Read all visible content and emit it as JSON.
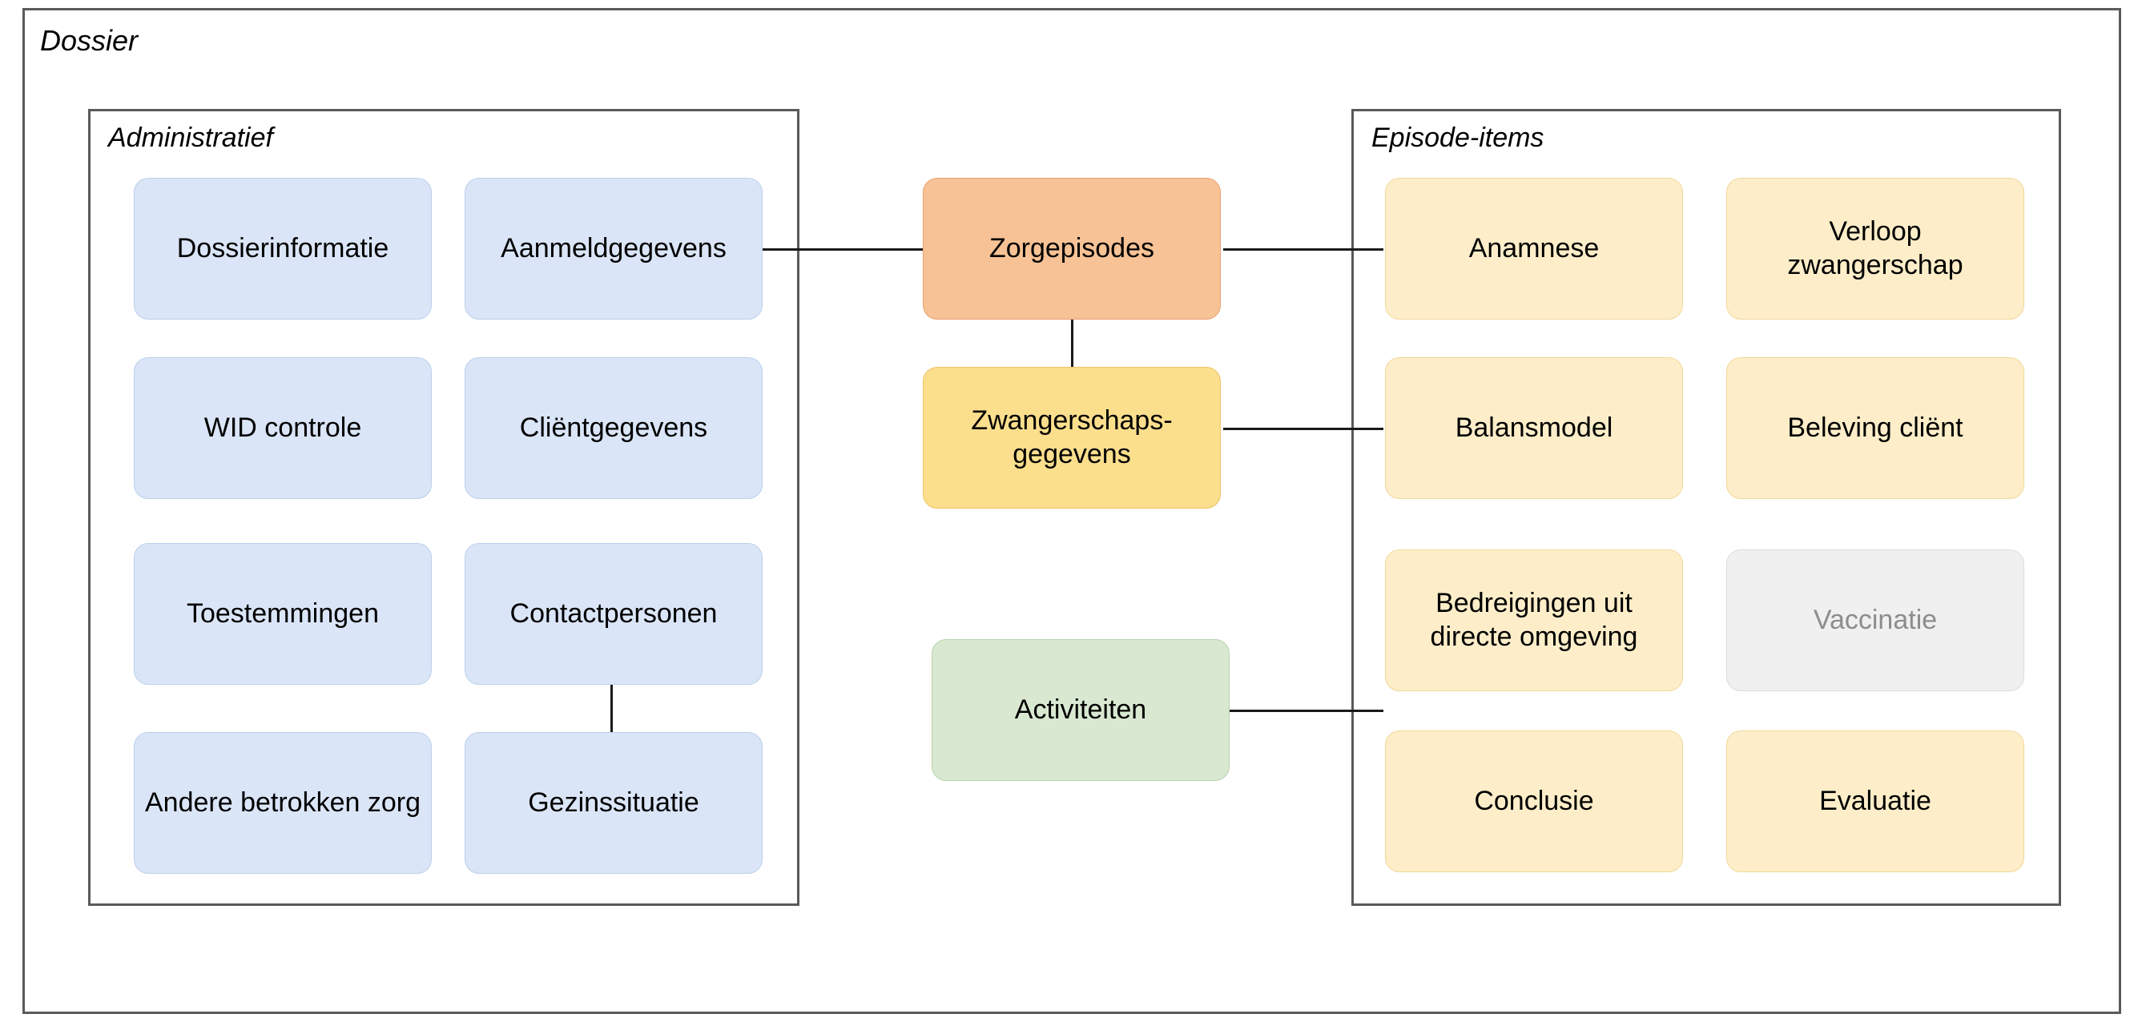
{
  "diagram": {
    "outer_title": "Dossier",
    "panels": [
      {
        "id": "administratief",
        "title": "Administratief"
      },
      {
        "id": "episode-items",
        "title": "Episode-items"
      }
    ],
    "nodes": {
      "admin": [
        {
          "label": "Dossierinformatie",
          "color": "#dae5f7"
        },
        {
          "label": "Aanmeldgegevens",
          "color": "#dae5f7"
        },
        {
          "label": "WID controle",
          "color": "#dae5f7"
        },
        {
          "label": "Cliëntgegevens",
          "color": "#dae5f7"
        },
        {
          "label": "Toestemmingen",
          "color": "#dae5f7"
        },
        {
          "label": "Contactpersonen",
          "color": "#dae5f7"
        },
        {
          "label": "Andere betrokken zorg",
          "color": "#dae5f7"
        },
        {
          "label": "Gezinssituatie",
          "color": "#dae5f7"
        }
      ],
      "middle": [
        {
          "label": "Zorgepisodes",
          "color": "#f7c295"
        },
        {
          "label": "Zwangerschaps-gegevens",
          "line1": "Zwangerschaps-",
          "line2": "gegevens",
          "color": "#fcdf8d"
        },
        {
          "label": "Activiteiten",
          "color": "#d9e8d1"
        }
      ],
      "episode": [
        {
          "label": "Anamnese",
          "color": "#fdeec9"
        },
        {
          "label": "Verloop zwangerschap",
          "line1": "Verloop",
          "line2": "zwangerschap",
          "color": "#fdeec9"
        },
        {
          "label": "Balansmodel",
          "color": "#fdeec9"
        },
        {
          "label": "Beleving cliënt",
          "color": "#fdeec9"
        },
        {
          "label": "Bedreigingen uit directe omgeving",
          "line1": "Bedreigingen uit",
          "line2": "directe omgeving",
          "color": "#fdeec9"
        },
        {
          "label": "Vaccinatie",
          "color": "#f0f0f0",
          "state": "disabled"
        },
        {
          "label": "Conclusie",
          "color": "#fdeec9"
        },
        {
          "label": "Evaluatie",
          "color": "#fdeec9"
        }
      ]
    },
    "connections": [
      {
        "from": "Aanmeldgegevens",
        "to": "Zorgepisodes"
      },
      {
        "from": "Zorgepisodes",
        "to": "Anamnese"
      },
      {
        "from": "Zorgepisodes",
        "to": "Zwangerschaps-gegevens"
      },
      {
        "from": "Zwangerschaps-gegevens",
        "to": "Balansmodel"
      },
      {
        "from": "Activiteiten",
        "to": "Episode-items"
      },
      {
        "from": "Contactpersonen",
        "to": "Gezinssituatie"
      }
    ]
  }
}
